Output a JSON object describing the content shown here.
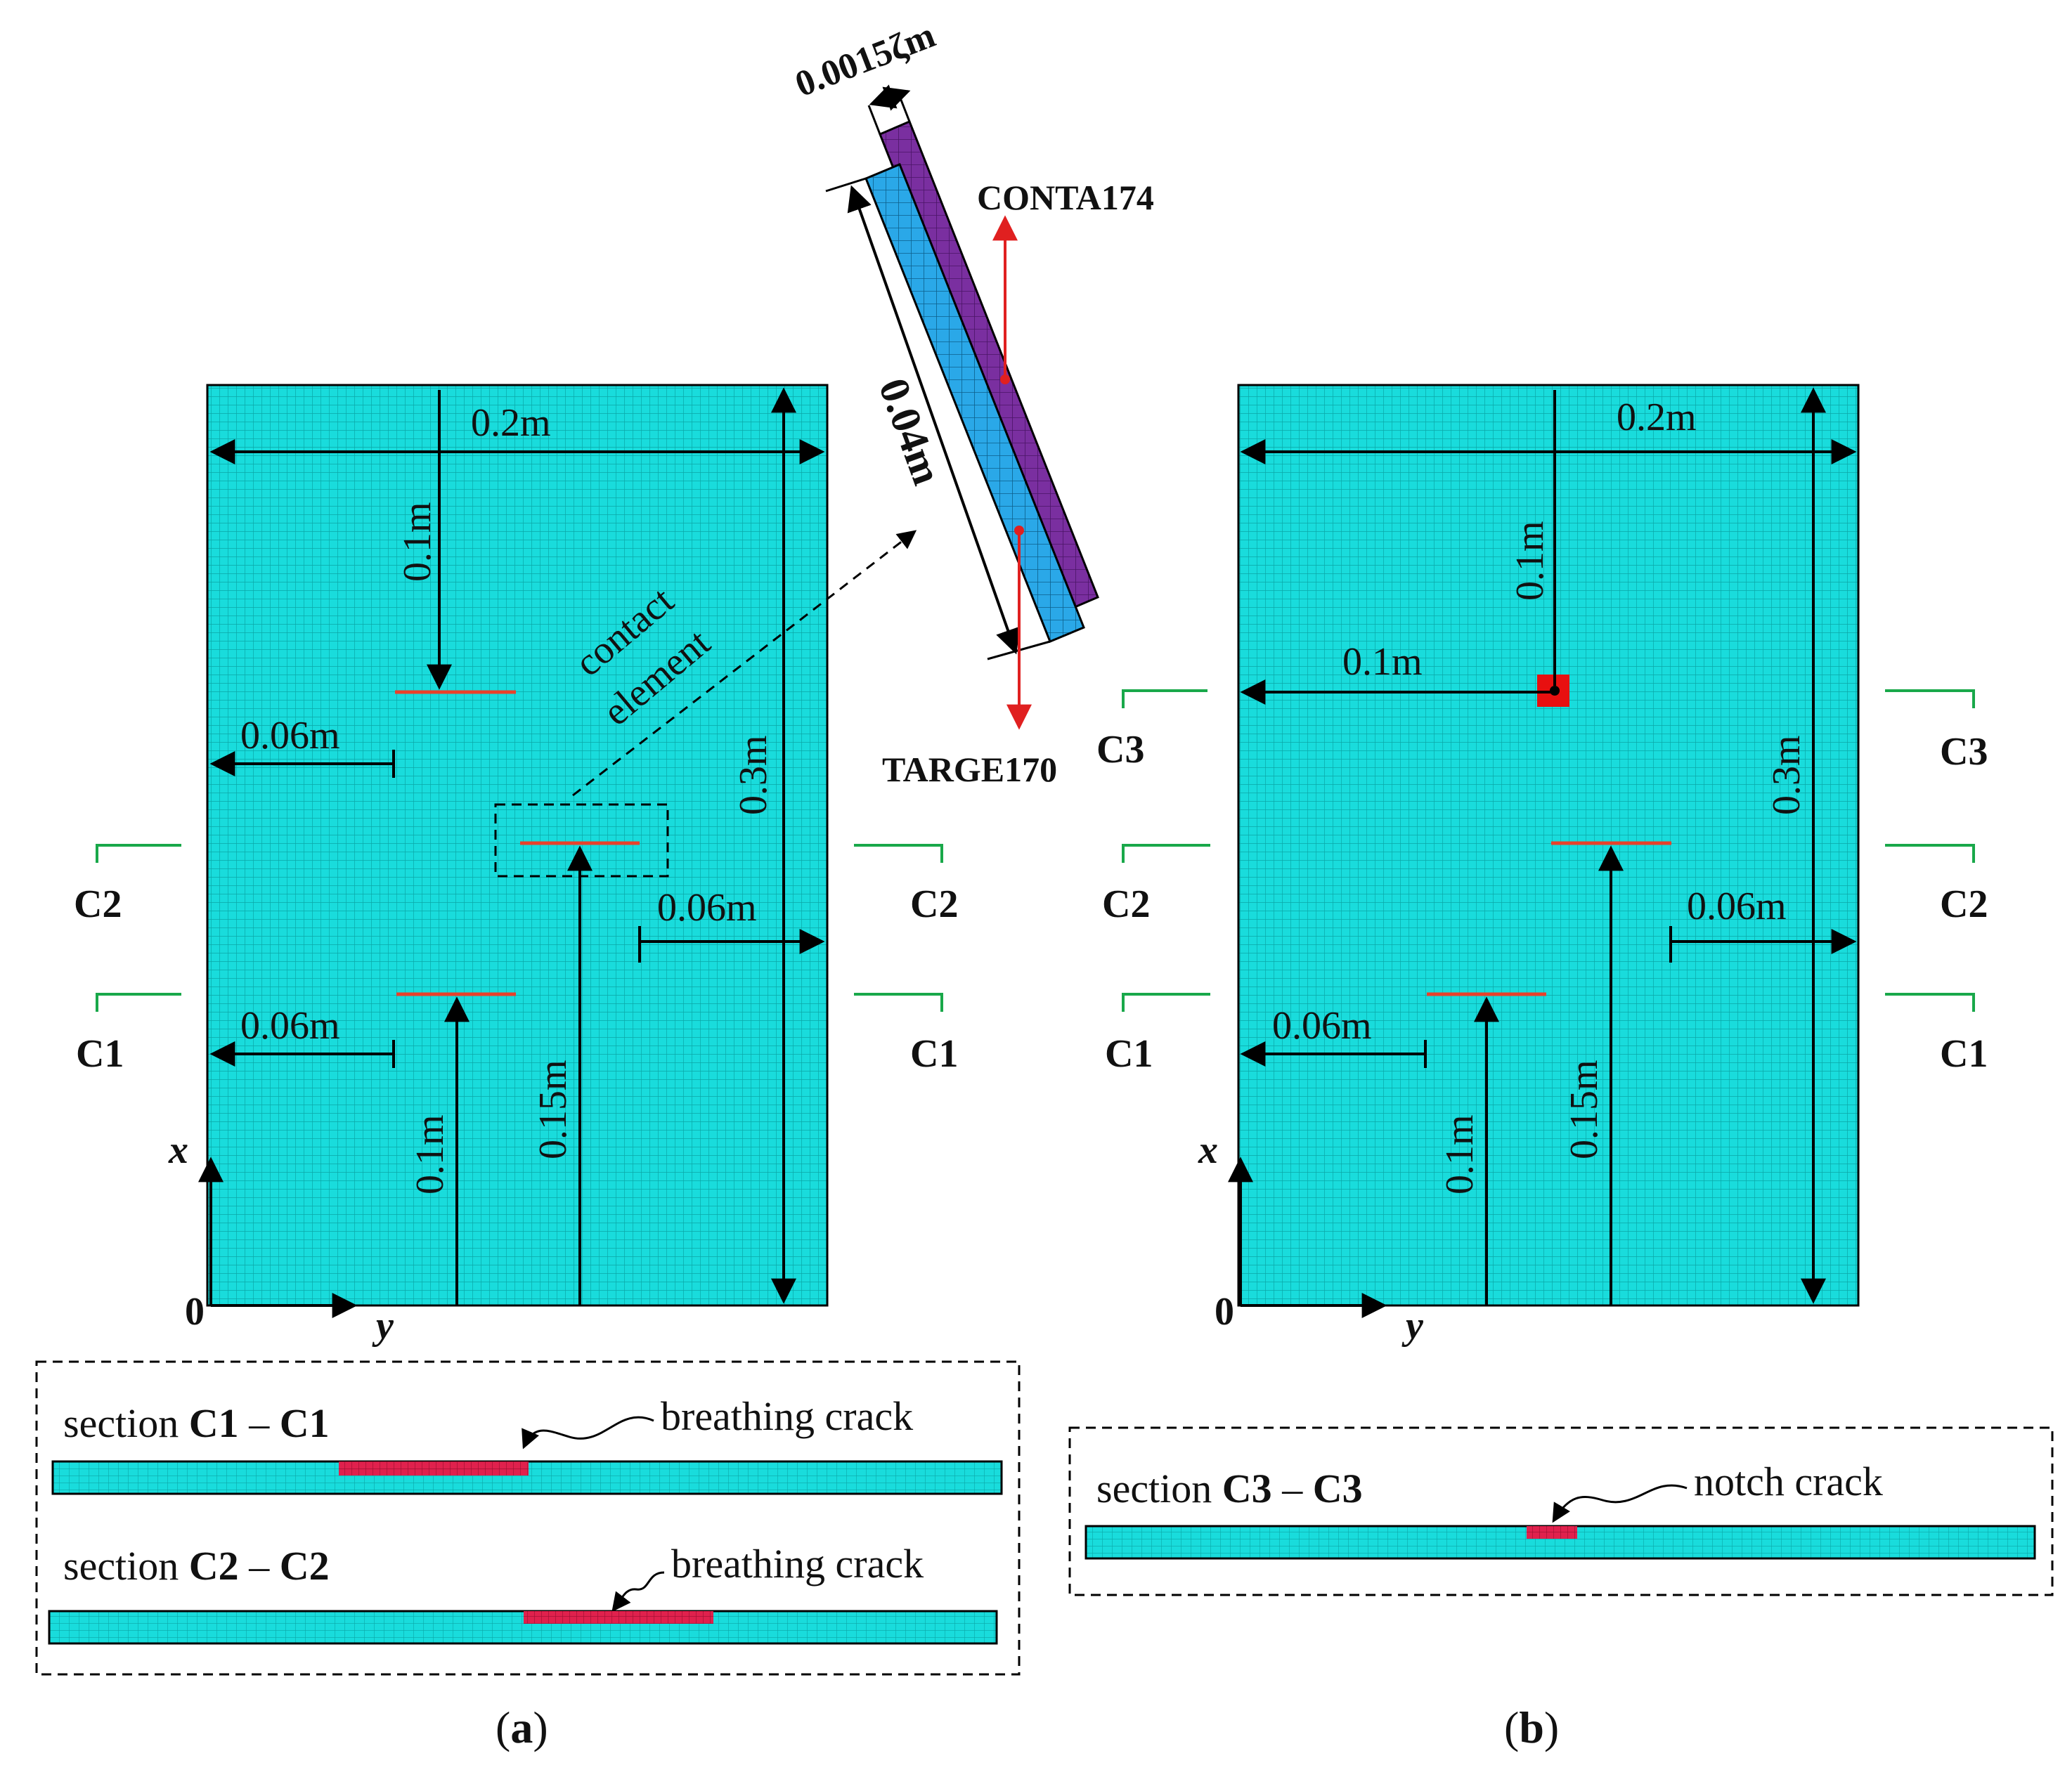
{
  "colors": {
    "plate": "#19DCDC",
    "plate_grid": "#0aa7a7",
    "crack": "#e8412a",
    "crack_fill": "#e0214d",
    "section_mark": "#19a84a",
    "arrow": "#000000",
    "red_arrow": "#e02020",
    "contact_layer": "#7a2fa0",
    "target_layer": "#2aa8e8",
    "notch": "#e81010"
  },
  "contact_detail": {
    "thickness_label": "0.0015ζm",
    "length_label": "0.04m",
    "conta_label": "CONTA174",
    "targe_label": "TARGE170",
    "callout_line1": "contact",
    "callout_line2": "element"
  },
  "panel_a": {
    "width_label": "0.2m",
    "height_label": "0.3m",
    "top_crack_offset": "0.1m",
    "left_offset_upper": "0.06m",
    "center_crack_offset": "0.06m",
    "lower_crack_height": "0.1m",
    "left_offset_lower": "0.06m",
    "center_crack_height": "0.15m",
    "section_marks": [
      "C2",
      "C2",
      "C1",
      "C1"
    ],
    "axis_x": "x",
    "axis_y": "y",
    "origin": "0",
    "caption_open": "(",
    "caption_letter": "a",
    "caption_close": ")"
  },
  "panel_b": {
    "width_label": "0.2m",
    "height_label": "0.3m",
    "notch_down_offset": "0.1m",
    "notch_left_offset": "0.1m",
    "center_crack_offset": "0.06m",
    "left_offset_lower": "0.06m",
    "lower_crack_height": "0.1m",
    "center_crack_height": "0.15m",
    "section_marks": [
      "C3",
      "C3",
      "C2",
      "C2",
      "C1",
      "C1"
    ],
    "axis_x": "x",
    "axis_y": "y",
    "origin": "0",
    "caption_open": "(",
    "caption_letter": "b",
    "caption_close": ")"
  },
  "sections_a": [
    {
      "prefix": "section ",
      "from": "C1",
      "dash": " – ",
      "to": "C1",
      "crack_label": "breathing crack"
    },
    {
      "prefix": "section ",
      "from": "C2",
      "dash": " – ",
      "to": "C2",
      "crack_label": "breathing crack"
    }
  ],
  "sections_b": [
    {
      "prefix": "section ",
      "from": "C3",
      "dash": " – ",
      "to": "C3",
      "crack_label": "notch crack"
    }
  ]
}
